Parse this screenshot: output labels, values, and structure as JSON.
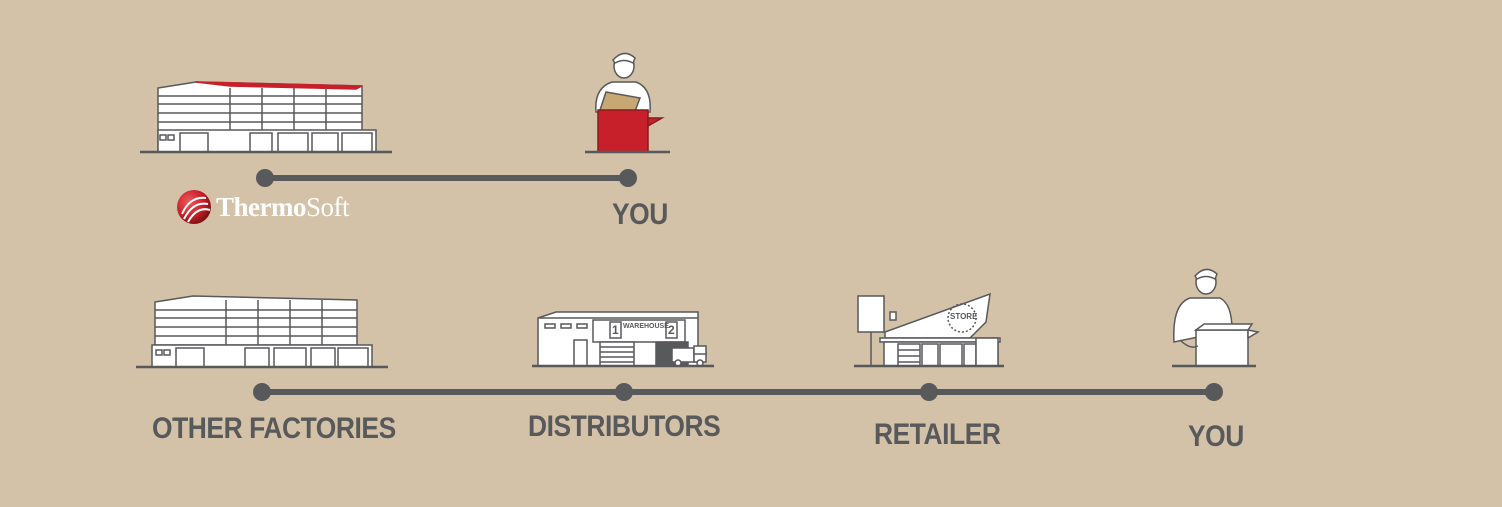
{
  "top_row": {
    "brand": {
      "part1": "Thermo",
      "part2": "Soft"
    },
    "end_label": "YOU"
  },
  "bottom_row": {
    "stages": [
      "OTHER FACTORIES",
      "DISTRIBUTORS",
      "RETAILER",
      "YOU"
    ],
    "warehouse_sign": "WAREHOUSE",
    "warehouse_dock_1": "1",
    "warehouse_dock_2": "2",
    "store_sign": "STORE"
  },
  "colors": {
    "background": "#d3c1a8",
    "line": "#58595b",
    "accent": "#c8202a",
    "building": "#ffffff"
  }
}
